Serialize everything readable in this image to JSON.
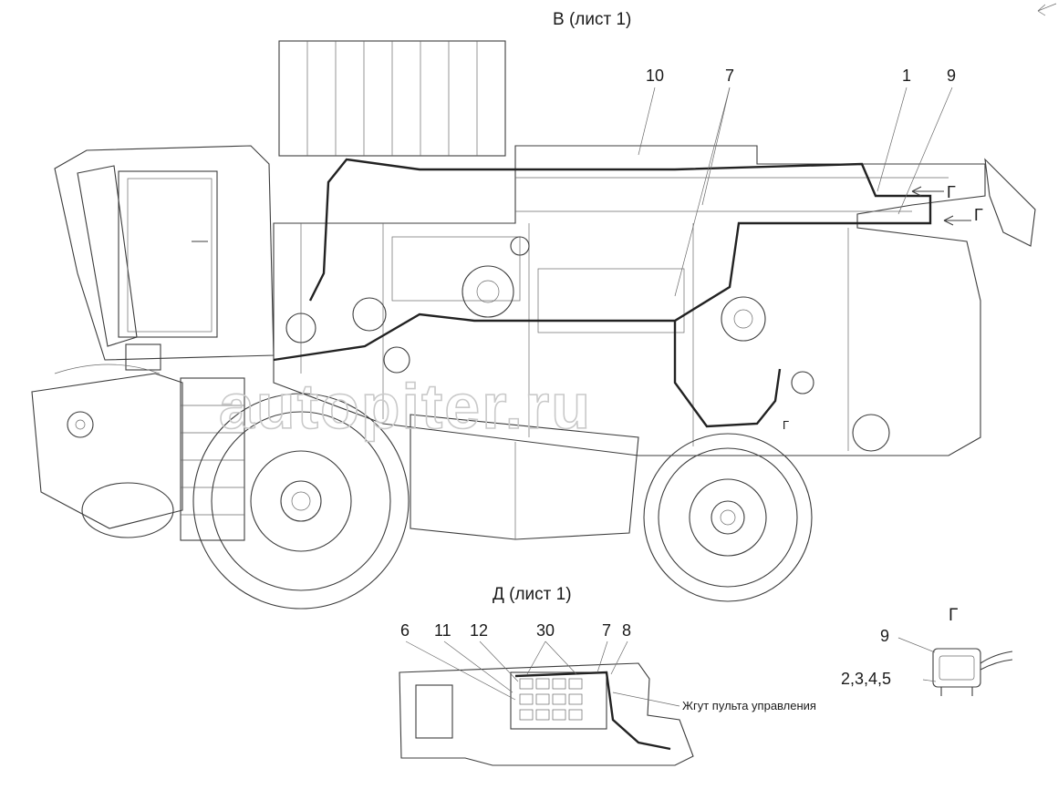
{
  "views": {
    "main_title": "В (лист 1)",
    "detail_d_title": "Д (лист 1)",
    "detail_g_title": "Г"
  },
  "main_callouts": [
    {
      "id": "callout-10",
      "text": "10"
    },
    {
      "id": "callout-7",
      "text": "7"
    },
    {
      "id": "callout-1",
      "text": "1"
    },
    {
      "id": "callout-9",
      "text": "9"
    }
  ],
  "main_markers": {
    "g_arrow_1": "Г",
    "g_arrow_2": "Г",
    "g_lower": "Г"
  },
  "detail_d_callouts": [
    {
      "id": "callout-6",
      "text": "6"
    },
    {
      "id": "callout-11",
      "text": "11"
    },
    {
      "id": "callout-12",
      "text": "12"
    },
    {
      "id": "callout-30",
      "text": "30"
    },
    {
      "id": "callout-7b",
      "text": "7"
    },
    {
      "id": "callout-8",
      "text": "8"
    }
  ],
  "detail_d_note": "Жгут пульта управления",
  "detail_g_callouts": {
    "top": "9",
    "side": "2,3,4,5"
  },
  "watermark": "autopiter.ru",
  "colors": {
    "line": "#3c3c3c",
    "paper": "#ffffff",
    "watermark": "#c9c9c9"
  }
}
